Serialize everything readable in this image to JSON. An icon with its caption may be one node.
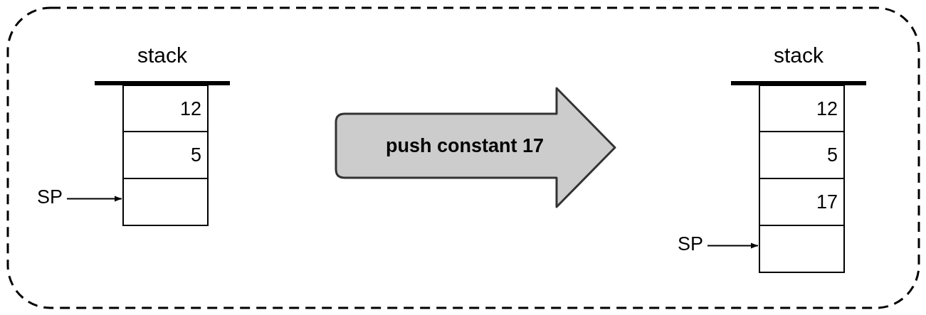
{
  "diagram": {
    "nodes": [
      {
        "text": [
          "stack"
        ]
      },
      {
        "text": [
          "12"
        ]
      },
      {
        "text": [
          "5"
        ]
      },
      {
        "text": [],
        "shape": "box"
      },
      {
        "text": [
          "SP"
        ]
      },
      {
        "text": [
          "push constant 17"
        ]
      },
      {
        "text": [
          "stack"
        ]
      },
      {
        "text": [
          "12"
        ]
      },
      {
        "text": [
          "5"
        ]
      },
      {
        "text": [
          "17"
        ]
      },
      {
        "text": [],
        "shape": "box"
      },
      {
        "text": [
          "SP"
        ]
      }
    ],
    "edges": [
      {
        "from": 4,
        "to": 3,
        "arrow": "to"
      },
      {
        "from": 11,
        "to": 10,
        "arrow": "to"
      }
    ]
  }
}
